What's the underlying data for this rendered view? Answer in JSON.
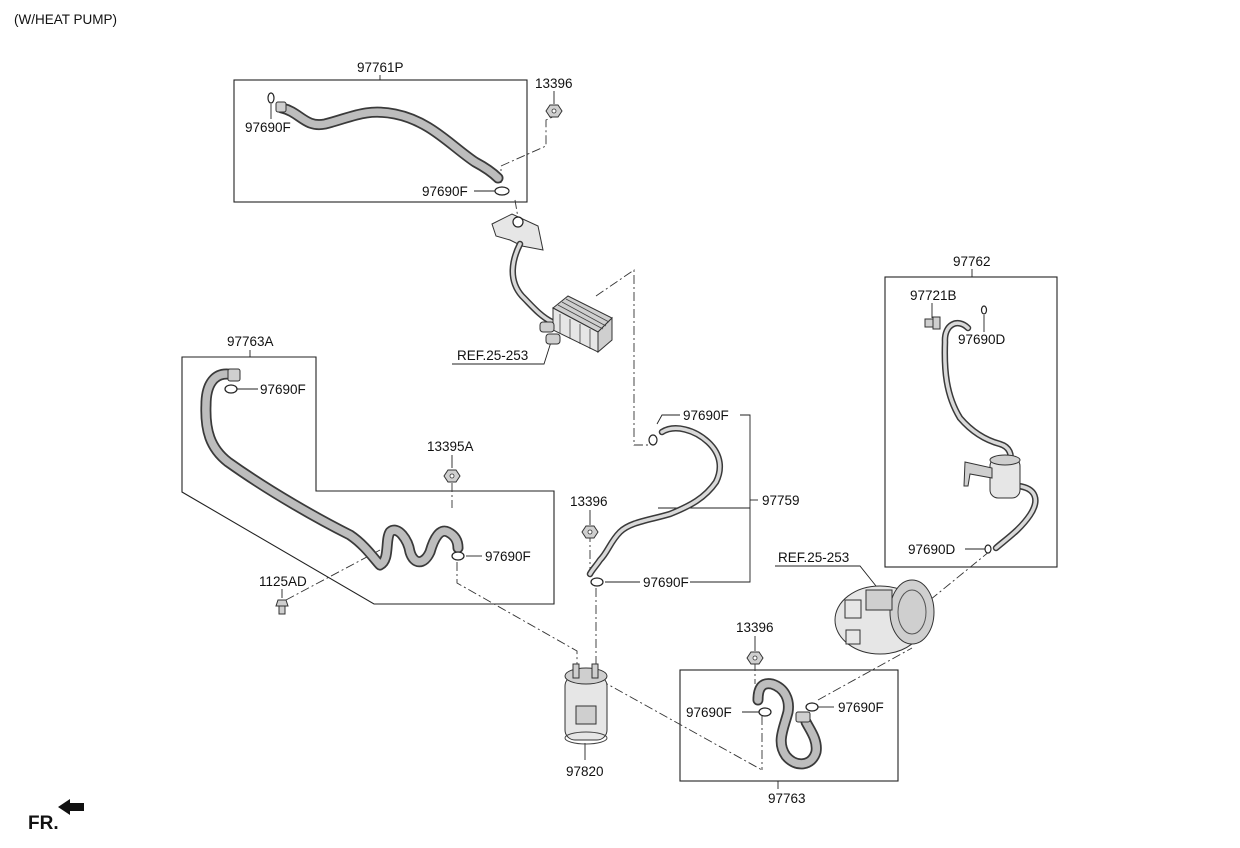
{
  "header": {
    "title": "(W/HEAT PUMP)"
  },
  "footer": {
    "front_label": "FR."
  },
  "labels": {
    "l_97761P": "97761P",
    "l_13396_a": "13396",
    "l_97690F_a": "97690F",
    "l_97690F_b": "97690F",
    "l_97762": "97762",
    "l_97721B": "97721B",
    "l_97690D_a": "97690D",
    "l_97763A": "97763A",
    "l_97690F_c": "97690F",
    "l_ref_a": "REF.25-253",
    "l_97690F_d": "97690F",
    "l_97759": "97759",
    "l_13395A": "13395A",
    "l_13396_b": "13396",
    "l_97690F_e": "97690F",
    "l_97690F_f": "97690F",
    "l_1125AD": "1125AD",
    "l_97690D_b": "97690D",
    "l_ref_b": "REF.25-253",
    "l_13396_c": "13396",
    "l_97690F_g": "97690F",
    "l_97690F_h": "97690F",
    "l_97820": "97820",
    "l_97763": "97763"
  }
}
